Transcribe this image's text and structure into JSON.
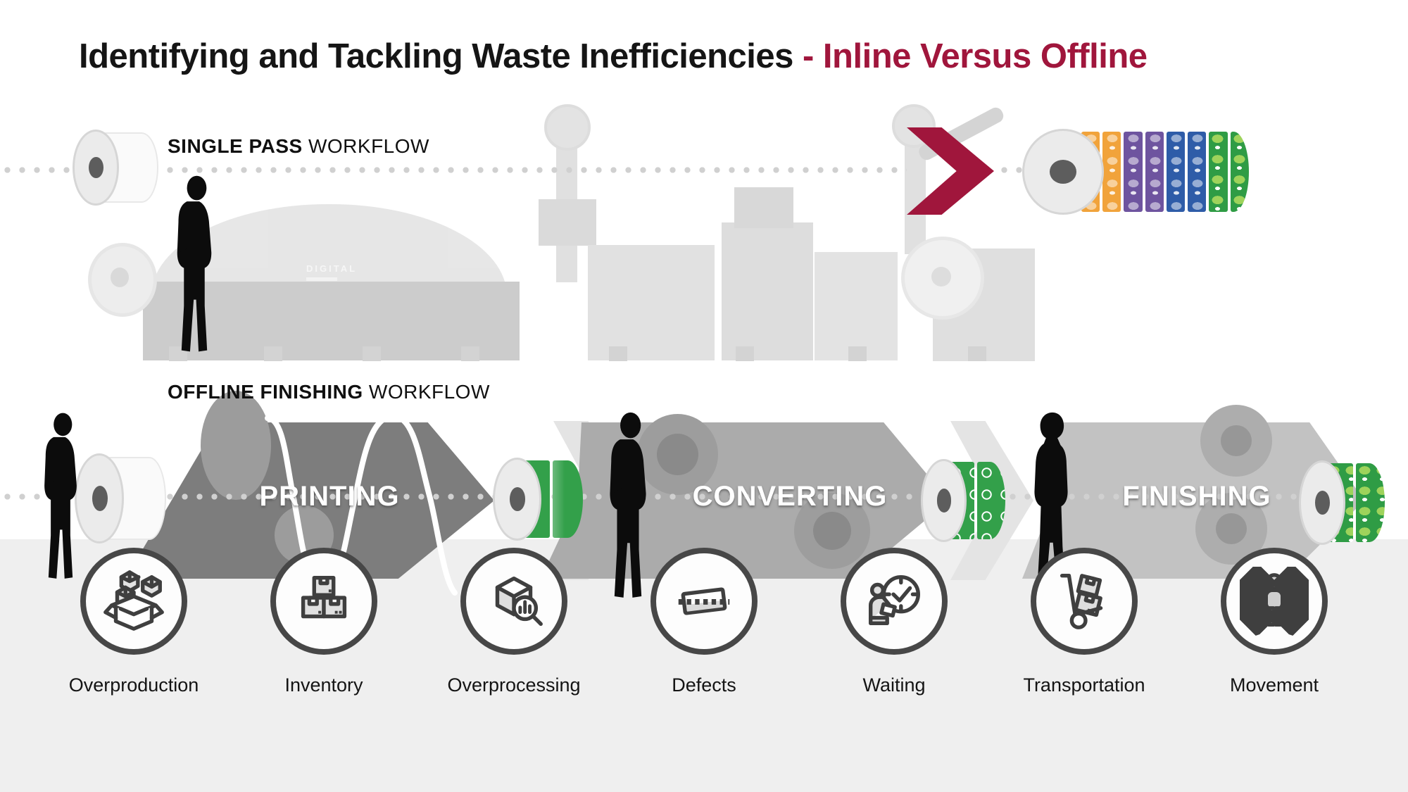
{
  "title": {
    "main": "Identifying and Tackling Waste Inefficiencies ",
    "accent": "- Inline Versus Offline"
  },
  "single_pass": {
    "label_bold": "SINGLE PASS",
    "label_regular": " WORKFLOW"
  },
  "offline": {
    "label_bold": "OFFLINE FINISHING",
    "label_regular": " WORKFLOW"
  },
  "stages": [
    {
      "label": "PRINTING"
    },
    {
      "label": "CONVERTING"
    },
    {
      "label": "FINISHING"
    }
  ],
  "machine": {
    "brand_label": "DIGITAL"
  },
  "wastes": [
    {
      "label": "Overproduction",
      "icon": "overproduction-open-box-icon"
    },
    {
      "label": "Inventory",
      "icon": "inventory-stacked-boxes-icon"
    },
    {
      "label": "Overprocessing",
      "icon": "overprocessing-cube-magnifier-icon"
    },
    {
      "label": "Defects",
      "icon": "defects-cut-label-icon"
    },
    {
      "label": "Waiting",
      "icon": "waiting-person-clock-icon"
    },
    {
      "label": "Transportation",
      "icon": "transportation-hand-truck-icon"
    },
    {
      "label": "Movement",
      "icon": "movement-person-arrows-icon"
    }
  ],
  "colors": {
    "accent_red": "#A0163C",
    "stage_dark_gray": "#7d7d7d",
    "stage_mid_gray": "#ababab",
    "stage_light_gray": "#c2c2c2",
    "roll_green": "#33A04A",
    "label_orange": "#F1A33B",
    "label_purple": "#6E549F",
    "label_blue": "#2E5CA8",
    "band_background": "#efefef"
  }
}
